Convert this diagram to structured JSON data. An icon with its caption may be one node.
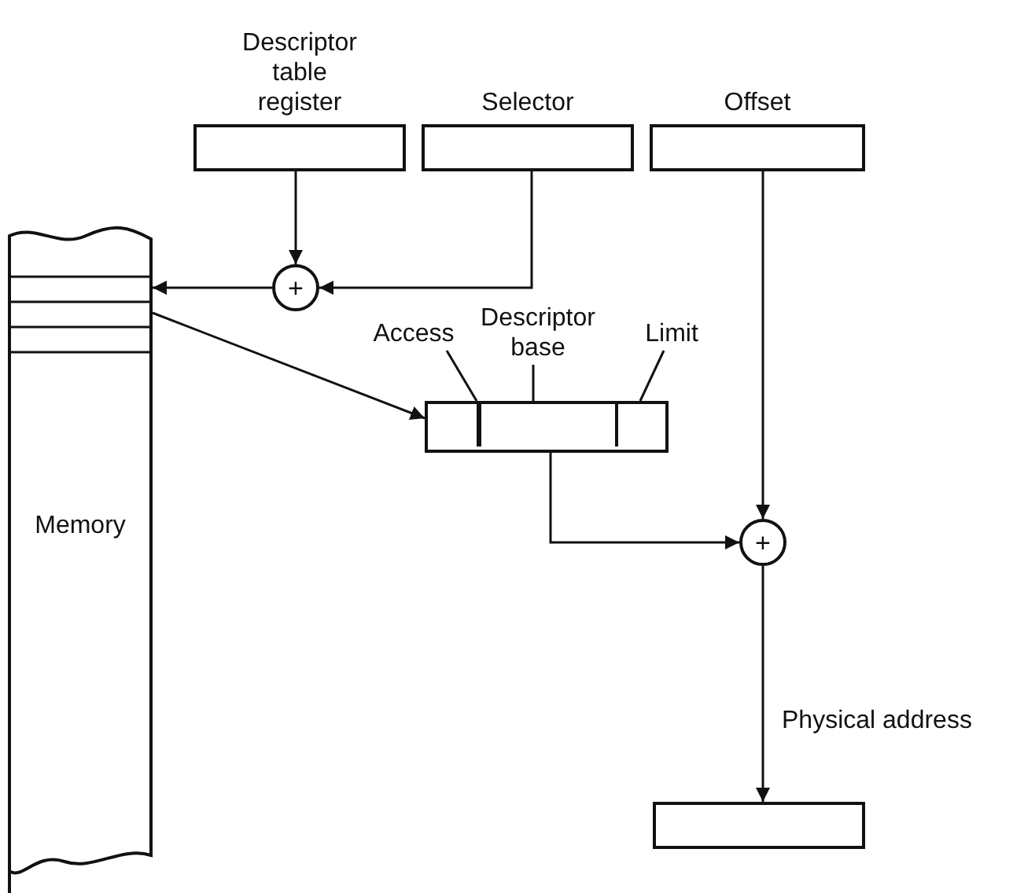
{
  "diagram": {
    "nodes": [
      {
        "text": [
          "Descriptor table register"
        ]
      },
      {
        "text": [
          "Selector"
        ]
      },
      {
        "text": [
          "Offset"
        ]
      },
      {
        "text": [
          "+"
        ]
      },
      {
        "text": [
          "Memory"
        ]
      },
      {
        "text": [],
        "shape": "box"
      },
      {
        "text": [],
        "shape": "box",
        "in": 5
      },
      {
        "text": [],
        "shape": "box",
        "in": 5
      },
      {
        "text": [],
        "shape": "box",
        "in": 5
      },
      {
        "text": [
          "Access"
        ]
      },
      {
        "text": [
          "Descriptor base"
        ]
      },
      {
        "text": [
          "Limit"
        ]
      },
      {
        "text": [
          "+"
        ]
      },
      {
        "text": [],
        "shape": "box"
      }
    ],
    "edges": [
      {
        "from": 0,
        "to": 3,
        "arrow": "to"
      },
      {
        "from": 1,
        "to": 3,
        "arrow": "to"
      },
      {
        "from": 3,
        "to": 4,
        "arrow": "to"
      },
      {
        "from": 4,
        "to": 5,
        "arrow": "to"
      },
      {
        "from": 5,
        "to": 12,
        "arrow": "to"
      },
      {
        "from": 2,
        "to": 12,
        "arrow": "to"
      },
      {
        "from": 12,
        "to": 13,
        "arrow": "to",
        "label": "Physical address"
      },
      {
        "from": 9,
        "to": 6,
        "arrow": "none"
      },
      {
        "from": 10,
        "to": 7,
        "arrow": "none"
      },
      {
        "from": 11,
        "to": 8,
        "arrow": "none"
      }
    ]
  }
}
